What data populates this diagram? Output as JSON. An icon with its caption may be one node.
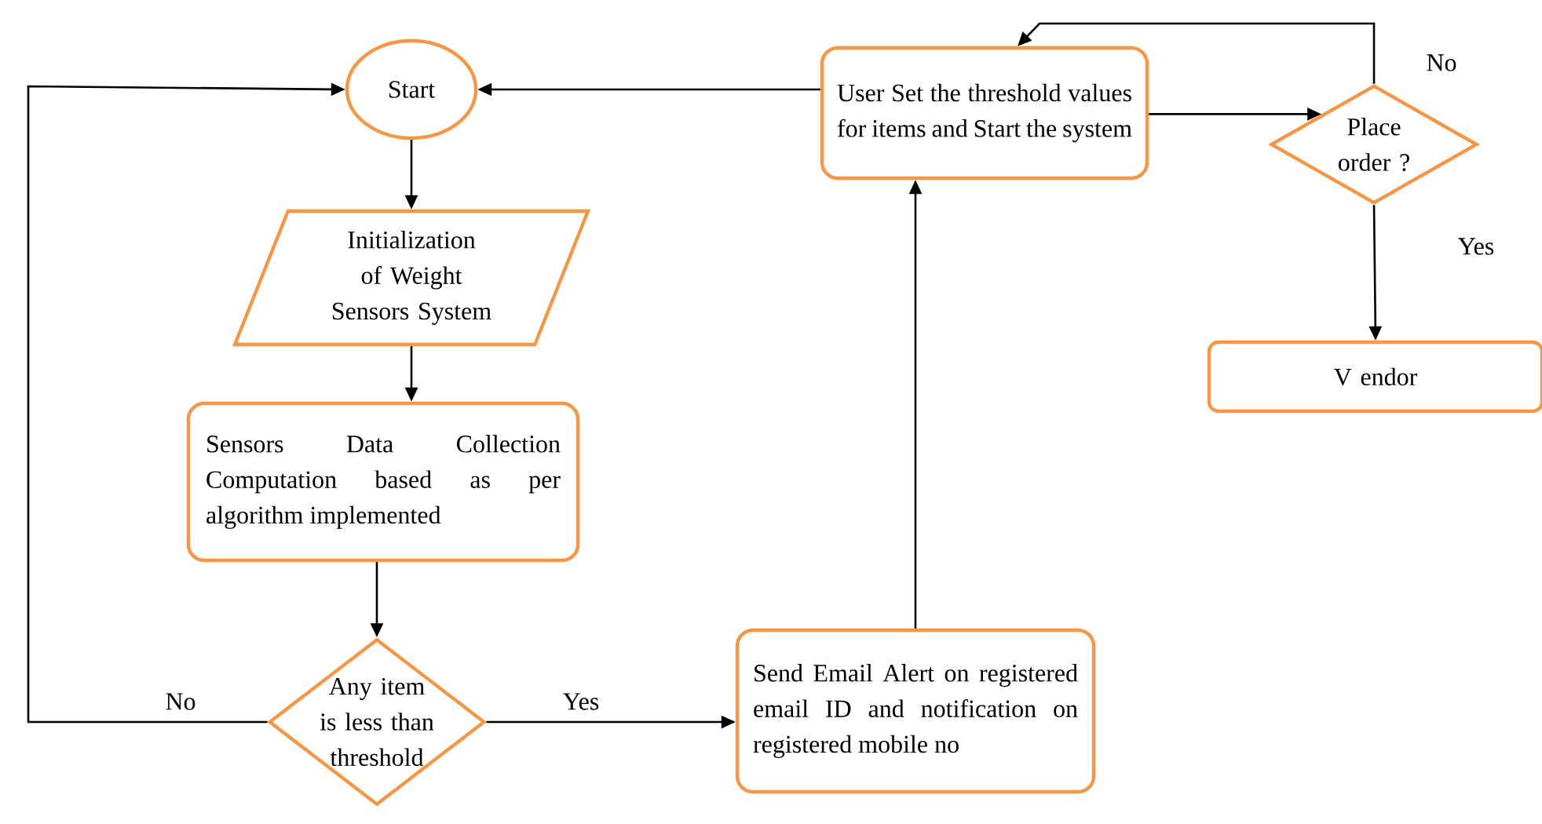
{
  "diagram": {
    "nodes": [
      {
        "text": [
          "Start"
        ]
      },
      {
        "text": [
          "Initialization of Weight Sensors System"
        ]
      },
      {
        "text": [
          "Sensors Data Collection Computation based as per algorithm implemented"
        ]
      },
      {
        "text": [
          "Any item is less than threshold"
        ]
      },
      {
        "text": [
          "Send Email Alert on registered email ID and notification on registered mobile no"
        ]
      },
      {
        "text": [
          "User Set the threshold values for items and Start the system"
        ]
      },
      {
        "text": [
          "Place order ?"
        ]
      },
      {
        "text": [
          "V endor"
        ]
      }
    ],
    "edges": [
      {
        "from": 0,
        "to": 1,
        "arrow": "to"
      },
      {
        "from": 1,
        "to": 2,
        "arrow": "to"
      },
      {
        "from": 2,
        "to": 3,
        "arrow": "to"
      },
      {
        "from": 3,
        "to": 0,
        "arrow": "to",
        "label": "No"
      },
      {
        "from": 3,
        "to": 4,
        "arrow": "to",
        "label": "Yes"
      },
      {
        "from": 4,
        "to": 5,
        "arrow": "to"
      },
      {
        "from": 5,
        "to": 0,
        "arrow": "to"
      },
      {
        "from": 5,
        "to": 6,
        "arrow": "to"
      },
      {
        "from": 6,
        "to": 5,
        "arrow": "to",
        "label": "No"
      },
      {
        "from": 6,
        "to": 7,
        "arrow": "to",
        "label": "Yes"
      }
    ]
  }
}
